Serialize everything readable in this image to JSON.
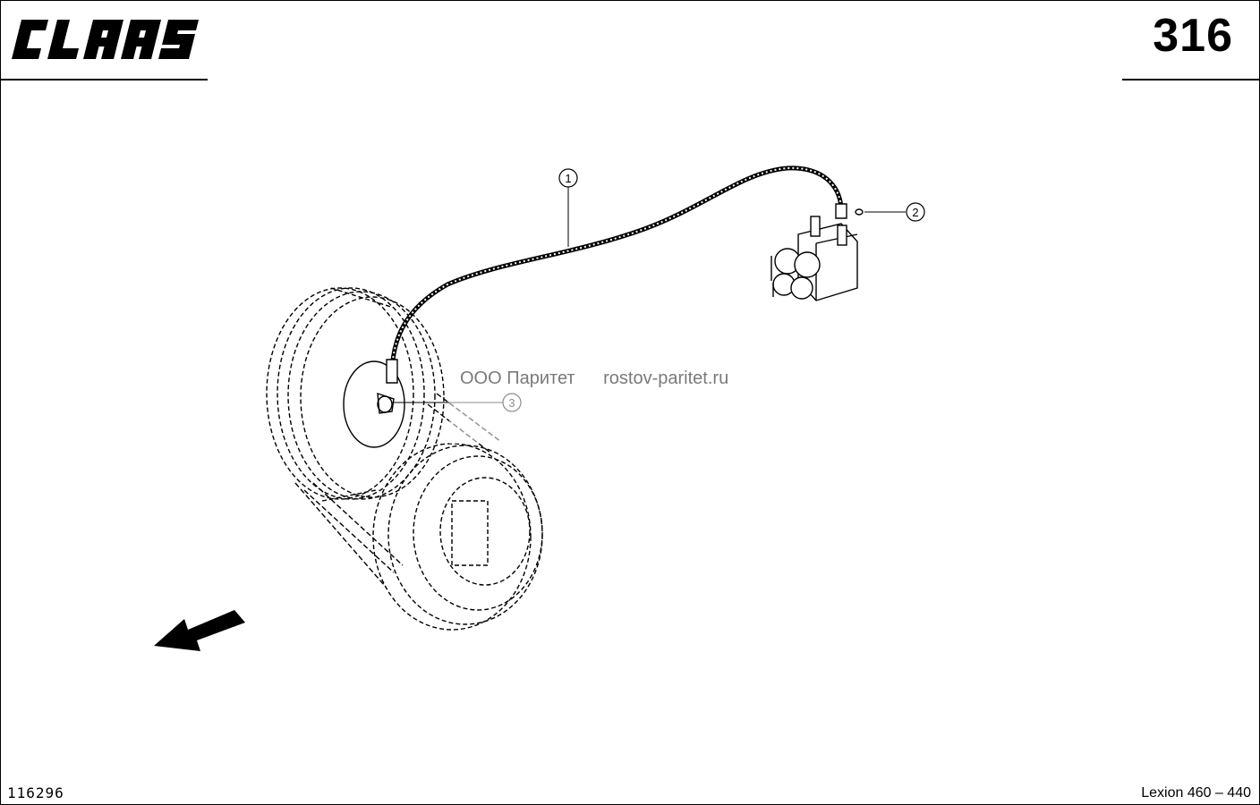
{
  "header": {
    "logo_text": "CLAAS",
    "page_number": "316"
  },
  "callouts": [
    {
      "id": "1"
    },
    {
      "id": "2"
    },
    {
      "id": "3"
    }
  ],
  "watermark": {
    "company": "ООО Паритет",
    "website": "rostov-paritet.ru"
  },
  "footer": {
    "document_id": "116296",
    "model": "Lexion 460 – 440"
  }
}
